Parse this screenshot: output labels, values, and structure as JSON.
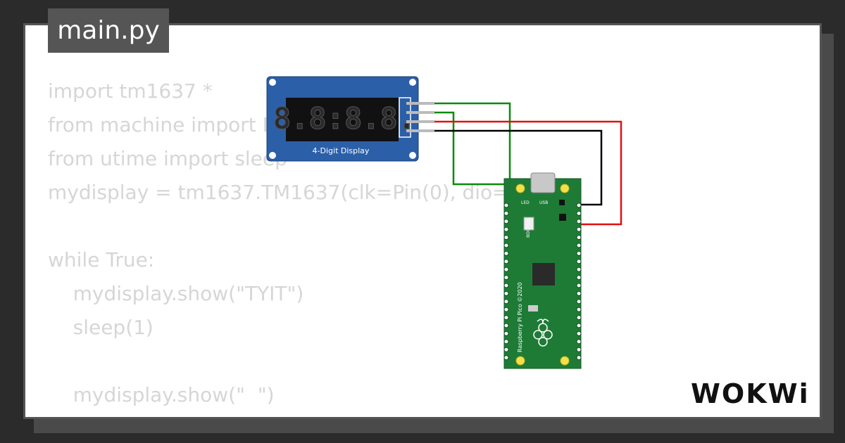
{
  "file_tab": {
    "label": "main.py"
  },
  "code_lines": [
    "import tm1637 *",
    "from machine import Pin",
    "from utime import sleep",
    "mydisplay = tm1637.TM1637(clk=Pin(0), dio=Pin(1))",
    "",
    "while True:",
    "    mydisplay.show(\"TYIT\")",
    "    sleep(1)",
    "",
    "    mydisplay.show(\"  \")",
    "    sleep(1)"
  ],
  "display_module": {
    "label": "4-Digit Display",
    "digits": "8.8:8.8."
  },
  "pico_board": {
    "label": "Raspberry Pi Pico ©2020",
    "led_label": "LED",
    "usb_label": "USB",
    "bootsel_label": "BOOTSEL"
  },
  "brand": {
    "name": "WOKWi"
  },
  "colors": {
    "display_blue": "#2b5fa8",
    "board_green": "#1e7b36",
    "wire_green": "#0a8a0a",
    "wire_red": "#e01010",
    "wire_black": "#000000",
    "code_text": "#d6d6d6"
  }
}
